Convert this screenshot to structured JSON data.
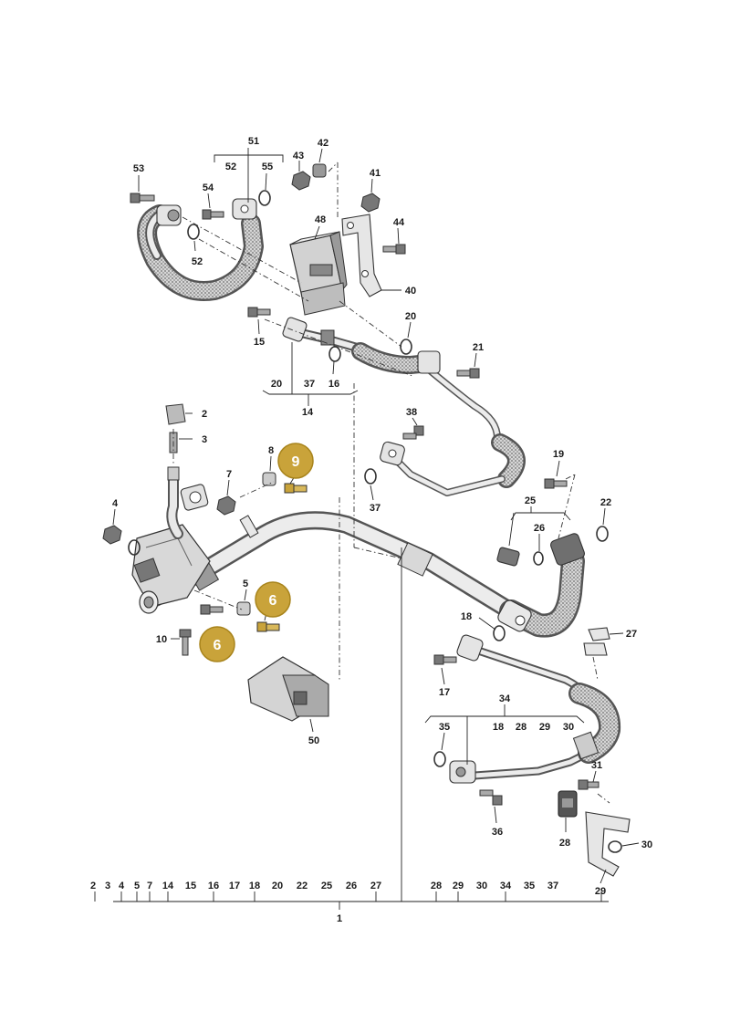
{
  "accent_color": "#c9a33a",
  "highlight_labels": {
    "h9": "9",
    "h6a": "6",
    "h6b": "6"
  },
  "labels": {
    "l53": "53",
    "l51": "51",
    "l52a": "52",
    "l55": "55",
    "l54": "54",
    "l52b": "52",
    "l43": "43",
    "l42": "42",
    "l41": "41",
    "l48": "48",
    "l44": "44",
    "l40": "40",
    "l15": "15",
    "l20a": "20",
    "l21": "21",
    "l20b": "20",
    "l37a": "37",
    "l16": "16",
    "l14": "14",
    "l2": "2",
    "l3": "3",
    "l38": "38",
    "l8": "8",
    "l7": "7",
    "l37b": "37",
    "l19": "19",
    "l4": "4",
    "l25": "25",
    "l26": "26",
    "l22": "22",
    "l5": "5",
    "l10": "10",
    "l18": "18",
    "l27": "27",
    "l17": "17",
    "l34": "34",
    "l35": "35",
    "l18b": "18",
    "l28a": "28",
    "l29a": "29",
    "l30a": "30",
    "l50": "50",
    "l31": "31",
    "l36": "36",
    "l28b": "28",
    "l30b": "30",
    "l29b": "29"
  },
  "bottom_row": {
    "items": [
      "2",
      "3",
      "4",
      "5",
      "7",
      "14",
      "15",
      "16",
      "17",
      "18",
      "20",
      "22",
      "25",
      "26",
      "27",
      "28",
      "29",
      "30",
      "34",
      "35",
      "37"
    ],
    "assembly": "1"
  }
}
